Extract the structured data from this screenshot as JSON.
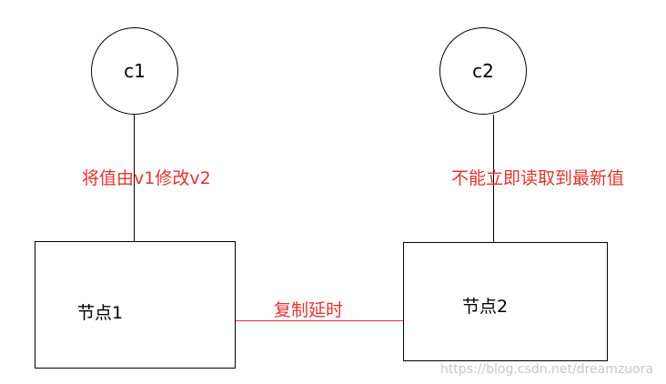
{
  "clients": [
    {
      "label": "c1"
    },
    {
      "label": "c2"
    }
  ],
  "nodes": [
    {
      "label": "节点1"
    },
    {
      "label": "节点2"
    }
  ],
  "edges": {
    "c1_to_node1": "将值由v1修改v2",
    "c2_to_node2": "不能立即读取到最新值",
    "node1_to_node2": "复制延时"
  },
  "watermark": "https://blog.csdn.net/dreamzuora",
  "colors": {
    "line": "#000000",
    "annotation": "#e0342f",
    "watermark": "#c8c8c8"
  }
}
